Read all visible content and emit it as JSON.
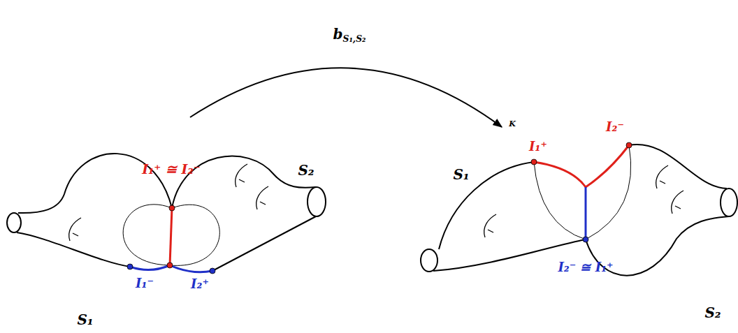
{
  "diagram": {
    "labels": [
      "bS₁,S₂",
      "K",
      "I₁⁺ ≅ I₂⁻",
      "S₂",
      "I₁⁻",
      "I₂⁺",
      "S₁",
      "S₁",
      "I₁⁺",
      "I₂⁻",
      "I₂⁻ ≅ I₁⁺",
      "S₂"
    ]
  }
}
